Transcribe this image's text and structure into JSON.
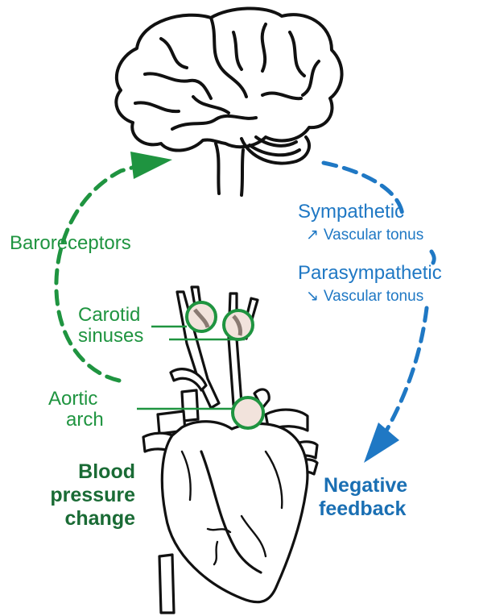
{
  "labels": {
    "baroreceptors": "Baroreceptors",
    "carotid_line1": "Carotid",
    "carotid_line2": "sinuses",
    "aortic_line1": "Aortic",
    "aortic_line2": "arch",
    "blood_line1": "Blood",
    "blood_line2": "pressure",
    "blood_line3": "change",
    "sympathetic": "Sympathetic",
    "sympathetic_effect": "Vascular tonus",
    "sympathetic_arrow": "↗",
    "parasympathetic": "Parasympathetic",
    "parasympathetic_effect": "Vascular tonus",
    "parasympathetic_arrow": "↘",
    "negative_line1": "Negative",
    "negative_line2": "feedback"
  },
  "colors": {
    "afferent_green": "#1f9440",
    "efferent_blue": "#1f78c4",
    "outline": "#111111",
    "sinus_fill": "#f2e3dc"
  }
}
